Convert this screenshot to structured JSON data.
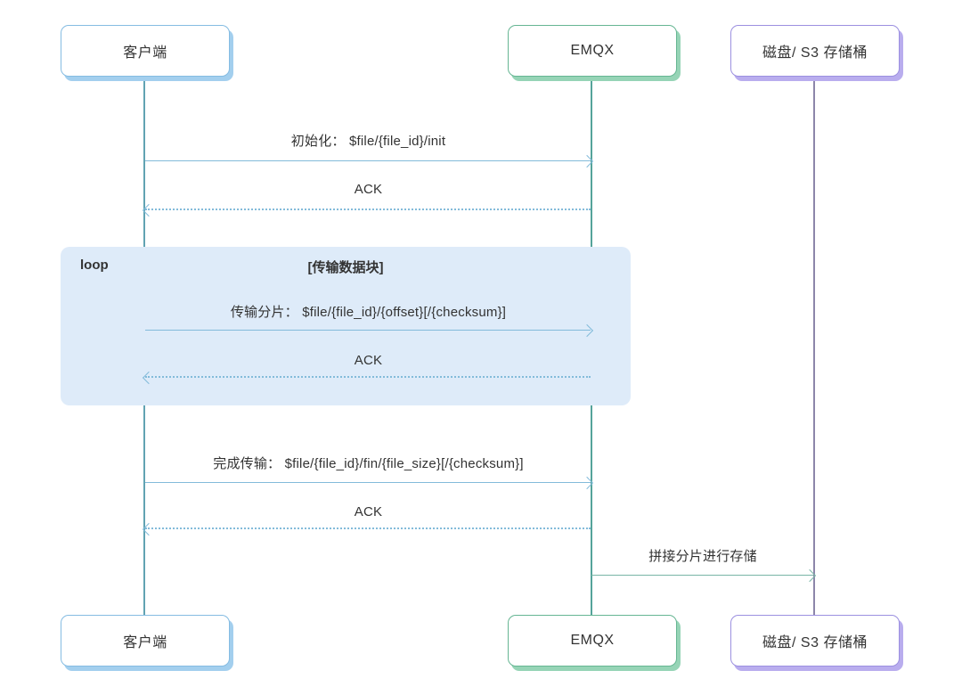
{
  "diagram_type": "sequence",
  "actors": [
    {
      "id": "client",
      "label": "客户端"
    },
    {
      "id": "emqx",
      "label": "EMQX"
    },
    {
      "id": "storage",
      "label": "磁盘/ S3 存储桶"
    }
  ],
  "loop": {
    "keyword": "loop",
    "title": "[传输数据块]"
  },
  "messages": {
    "init": "初始化： $file/{file_id}/init",
    "init_ack": "ACK",
    "segment": "传输分片： $file/{file_id}/{offset}[/{checksum}]",
    "segment_ack": "ACK",
    "fin": "完成传输： $file/{file_id}/fin/{file_size}[/{checksum}]",
    "fin_ack": "ACK",
    "store": "拼接分片进行存储"
  },
  "colors": {
    "client_accent": "#85bce2",
    "client_shadow": "#a3cfee",
    "emqx_accent": "#66b693",
    "emqx_shadow": "#96d4b6",
    "storage_accent": "#9c90e0",
    "storage_shadow": "#b9adee",
    "arrow_blue": "#83bbda",
    "arrow_teal": "#79b5a6",
    "loop_bg": "#deebf9",
    "text": "#333333"
  }
}
